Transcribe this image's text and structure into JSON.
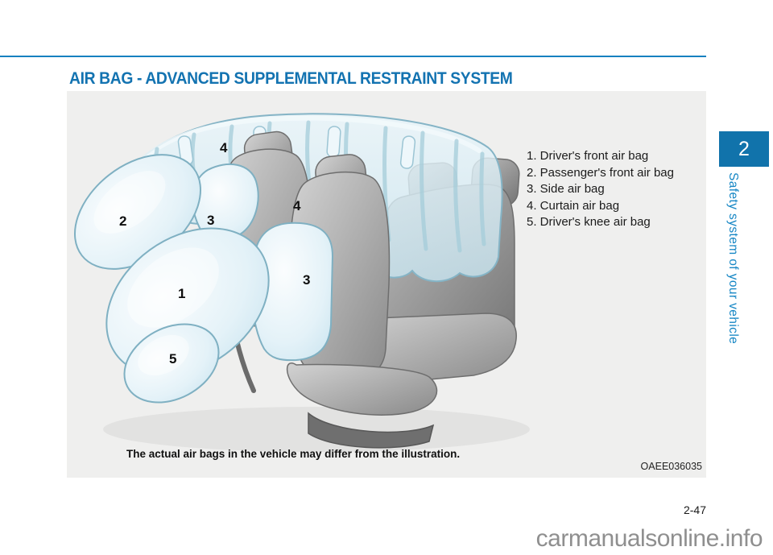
{
  "page": {
    "title": "AIR BAG - ADVANCED SUPPLEMENTAL RESTRAINT SYSTEM",
    "page_number": "2-47",
    "watermark": "carmanualsonline.info"
  },
  "chapter": {
    "number": "2",
    "sidebar_label": "Safety system of your vehicle"
  },
  "figure": {
    "caption": "The actual air bags in the vehicle may differ from the illustration.",
    "image_code": "OAEE036035",
    "labels": [
      "4",
      "2",
      "3",
      "4",
      "1",
      "3",
      "5"
    ]
  },
  "legend": {
    "items": [
      "1. Driver's front air bag",
      "2. Passenger's front air bag",
      "3. Side air bag",
      "4. Curtain air bag",
      "5. Driver's knee air bag"
    ]
  },
  "colors": {
    "header_rule_blue": "#1781c0",
    "title_blue": "#1373b1",
    "badge_blue": "#1173ab",
    "sidebar_blue": "#1787c5",
    "figure_background": "#efefee",
    "airbag_blue": "#d6ecf5",
    "watermark_gray": "#8f8f8f"
  }
}
